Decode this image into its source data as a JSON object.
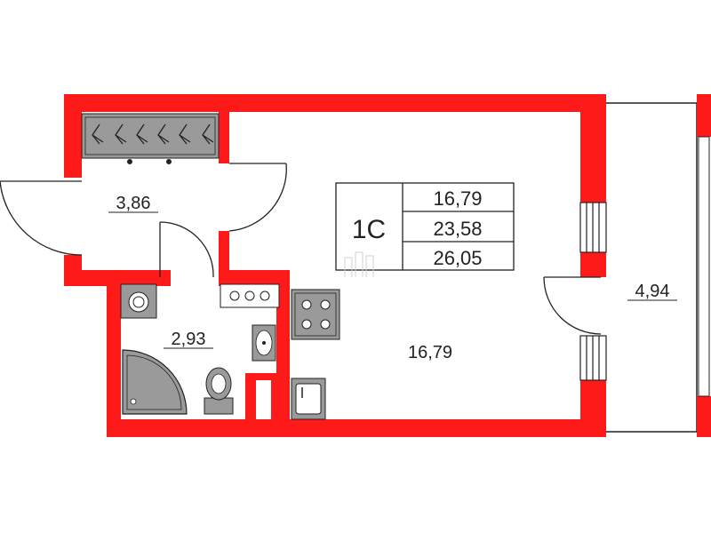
{
  "colors": {
    "wall": "#ff1a1a",
    "line": "#222222",
    "fixture": "#888888",
    "fill_gray": "#9a9a9a"
  },
  "summary": {
    "type": "1С",
    "living_area": "16,79",
    "total_area": "23,58",
    "total_with_balcony": "26,05"
  },
  "rooms": {
    "hall": "3,86",
    "bathroom": "2,93",
    "main_room": "16,79",
    "balcony": "4,94"
  },
  "icons": [
    "wardrobe-icon",
    "washing-machine-icon",
    "shower-icon",
    "toilet-icon",
    "washbasin-icon",
    "stove-icon",
    "kitchen-sink-icon",
    "ventilation-icon"
  ]
}
